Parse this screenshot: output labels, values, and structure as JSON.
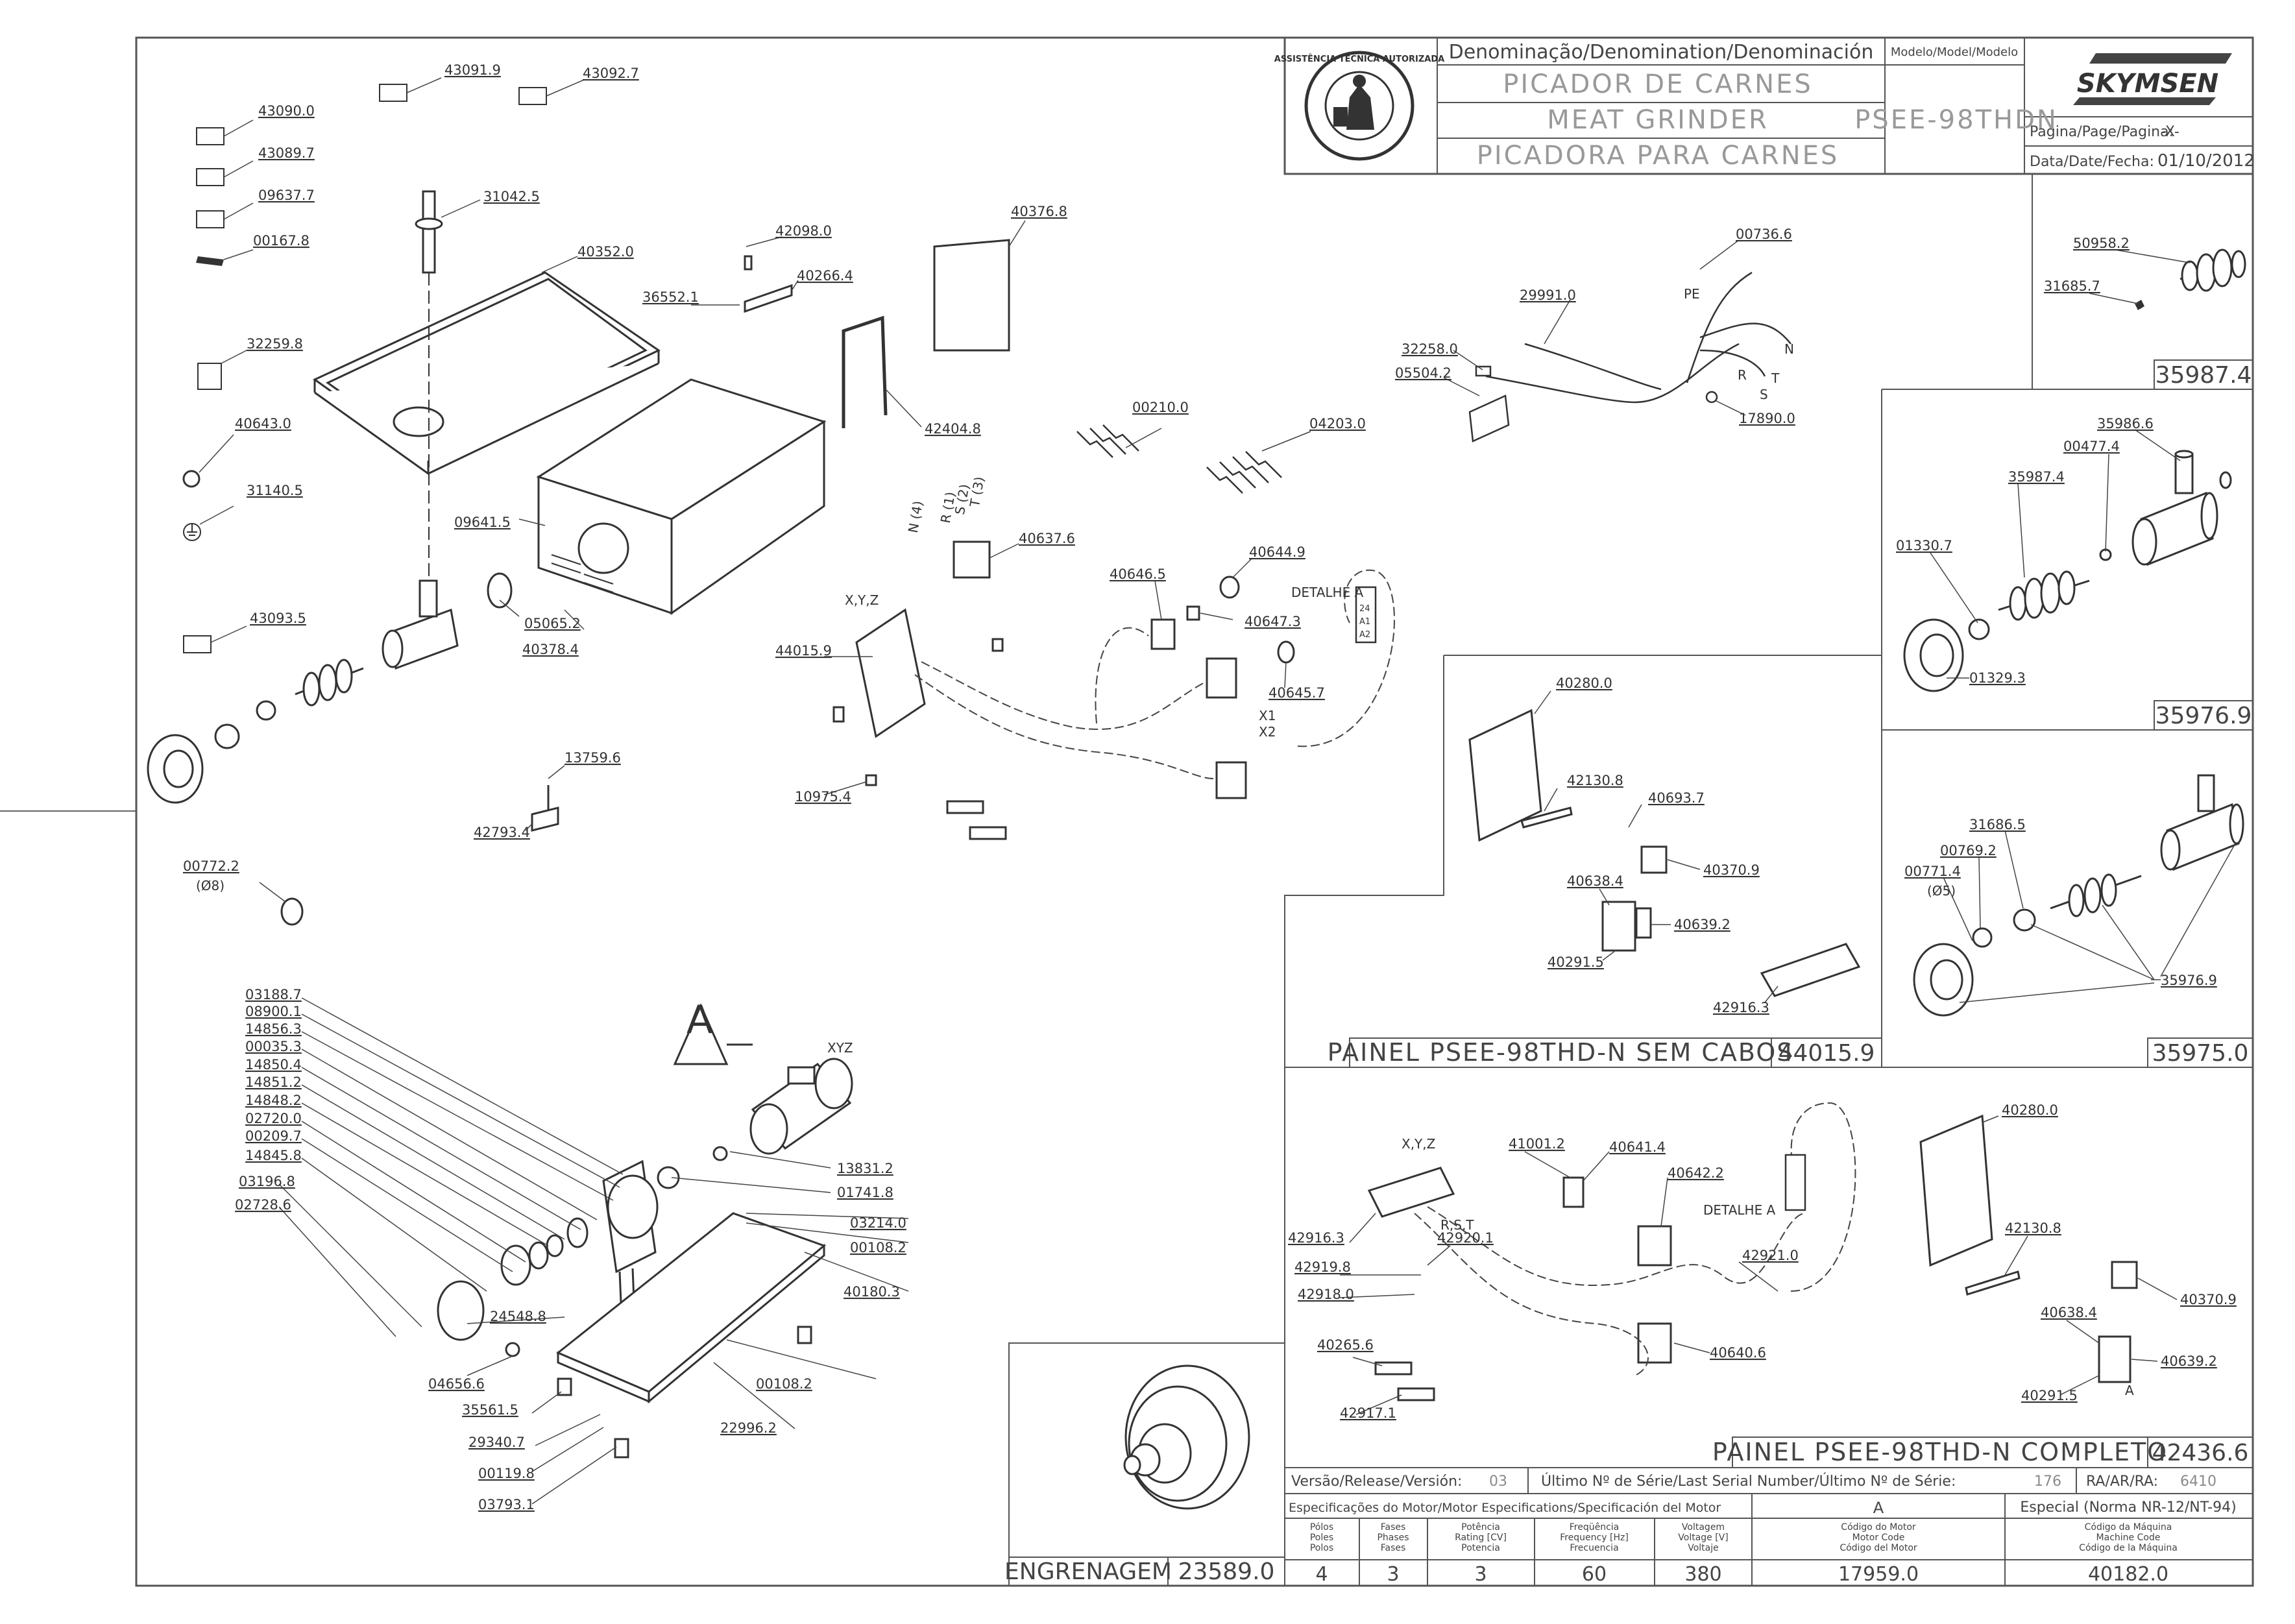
{
  "title_block": {
    "denomination_header": "Denominação/Denomination/Denominación",
    "names": [
      "PICADOR DE CARNES",
      "MEAT GRINDER",
      "PICADORA PARA CARNES"
    ],
    "model_header": "Modelo/Model/Modelo",
    "model": "PSEE-98THDN",
    "brand": "SKYMSEN",
    "page_label": "Pagina/Page/Pagina:",
    "page_value": "-X-",
    "date_label": "Data/Date/Fecha:",
    "date_value": "01/10/2012",
    "seal_text": "ASSISTÊNCIA TÉCNICA AUTORIZADA"
  },
  "parts_main": [
    "43091.9",
    "43092.7",
    "43090.0",
    "43089.7",
    "09637.7",
    "00167.8",
    "31042.5",
    "40352.0",
    "32259.8",
    "40643.0",
    "31140.5",
    "43093.5",
    "09641.5",
    "05065.2",
    "40378.4",
    "42098.0",
    "40266.4",
    "36552.1",
    "40376.8",
    "42404.8",
    "13759.6",
    "42793.4",
    "00772.2",
    "(Ø8)"
  ],
  "parts_wiring": [
    "00210.0",
    "04203.0",
    "29991.0",
    "00736.6",
    "32258.0",
    "05504.2",
    "17890.0",
    "40637.6",
    "44015.9",
    "10975.4",
    "40646.5",
    "40644.9",
    "40647.3",
    "40645.7"
  ],
  "wiring_letters": {
    "pe": "PE",
    "n": "N",
    "r": "R",
    "s": "S",
    "t": "T",
    "xyz": "X,Y,Z",
    "n4": "N (4)",
    "r1": "R (1)",
    "s2": "S (2)",
    "t3": "T (3)",
    "detail": "DETALHE A",
    "x1": "X1",
    "x2": "X2",
    "a1": "A1",
    "a2": "A2",
    "n24": "24"
  },
  "parts_motor": [
    "03188.7",
    "08900.1",
    "14856.3",
    "00035.3",
    "14850.4",
    "14851.2",
    "14848.2",
    "02720.0",
    "00209.7",
    "14845.8",
    "03196.8",
    "02728.6",
    "13831.2",
    "01741.8",
    "03214.0",
    "00108.2",
    "40180.3",
    "24548.8",
    "04656.6",
    "35561.5",
    "29340.7",
    "00119.8",
    "03793.1",
    "00108.2",
    "22996.2"
  ],
  "motor_letters": {
    "a": "A",
    "xyz": "XYZ"
  },
  "kit_35987": {
    "parts": [
      "50958.2",
      "31685.7"
    ],
    "code": "35987.4"
  },
  "kit_35976": {
    "parts": [
      "35986.6",
      "00477.4",
      "35987.4",
      "01330.7",
      "01329.3"
    ],
    "code": "35976.9"
  },
  "kit_35975": {
    "parts": [
      "31686.5",
      "00769.2",
      "00771.4",
      "(Ø5)",
      "35976.9"
    ],
    "code": "35975.0"
  },
  "panel_sem_cabos": {
    "title": "PAINEL PSEE-98THD-N SEM CABOS",
    "code": "44015.9",
    "parts": [
      "40280.0",
      "42130.8",
      "40693.7",
      "40370.9",
      "40638.4",
      "40639.2",
      "40291.5",
      "42916.3"
    ]
  },
  "panel_completo": {
    "title": "PAINEL PSEE-98THD-N COMPLETO",
    "code": "42436.6",
    "parts": [
      "41001.2",
      "40641.4",
      "40642.2",
      "42916.3",
      "42920.1",
      "42919.8",
      "42918.0",
      "42921.0",
      "40640.6",
      "40265.6",
      "42917.1",
      "40280.0",
      "42130.8",
      "40370.9",
      "40638.4",
      "40639.2",
      "40291.5"
    ],
    "letters": {
      "xyz": "X,Y,Z",
      "rst": "R,S,T",
      "detail": "DETALHE A",
      "a": "A"
    }
  },
  "gear": {
    "title": "ENGRENAGEM",
    "code": "23589.0"
  },
  "release": {
    "version_label": "Versão/Release/Versión:",
    "version_value": "03",
    "serial_label": "Último Nº de Série/Last Serial Number/Último Nº de Série:",
    "serial_value": "176",
    "ra_label": "RA/AR/RA:",
    "ra_value": "6410"
  },
  "motor_specs": {
    "header": "Especificações do Motor/Motor Especifications/Specificación del Motor",
    "version_letter": "A",
    "special": "Especial (Norma NR-12/NT-94)",
    "columns": [
      {
        "head": [
          "Pólos",
          "Poles",
          "Polos"
        ],
        "value": "4"
      },
      {
        "head": [
          "Fases",
          "Phases",
          "Fases"
        ],
        "value": "3"
      },
      {
        "head": [
          "Potência",
          "Rating [CV]",
          "Potencia"
        ],
        "value": "3"
      },
      {
        "head": [
          "Freqüência",
          "Frequency [Hz]",
          "Frecuencia"
        ],
        "value": "60"
      },
      {
        "head": [
          "Voltagem",
          "Voltage [V]",
          "Voltaje"
        ],
        "value": "380"
      },
      {
        "head": [
          "Código do Motor",
          "Motor Code",
          "Código del Motor"
        ],
        "value": "17959.0"
      },
      {
        "head": [
          "Código da Máquina",
          "Machine Code",
          "Código de la Máquina"
        ],
        "value": "40182.0"
      }
    ]
  }
}
